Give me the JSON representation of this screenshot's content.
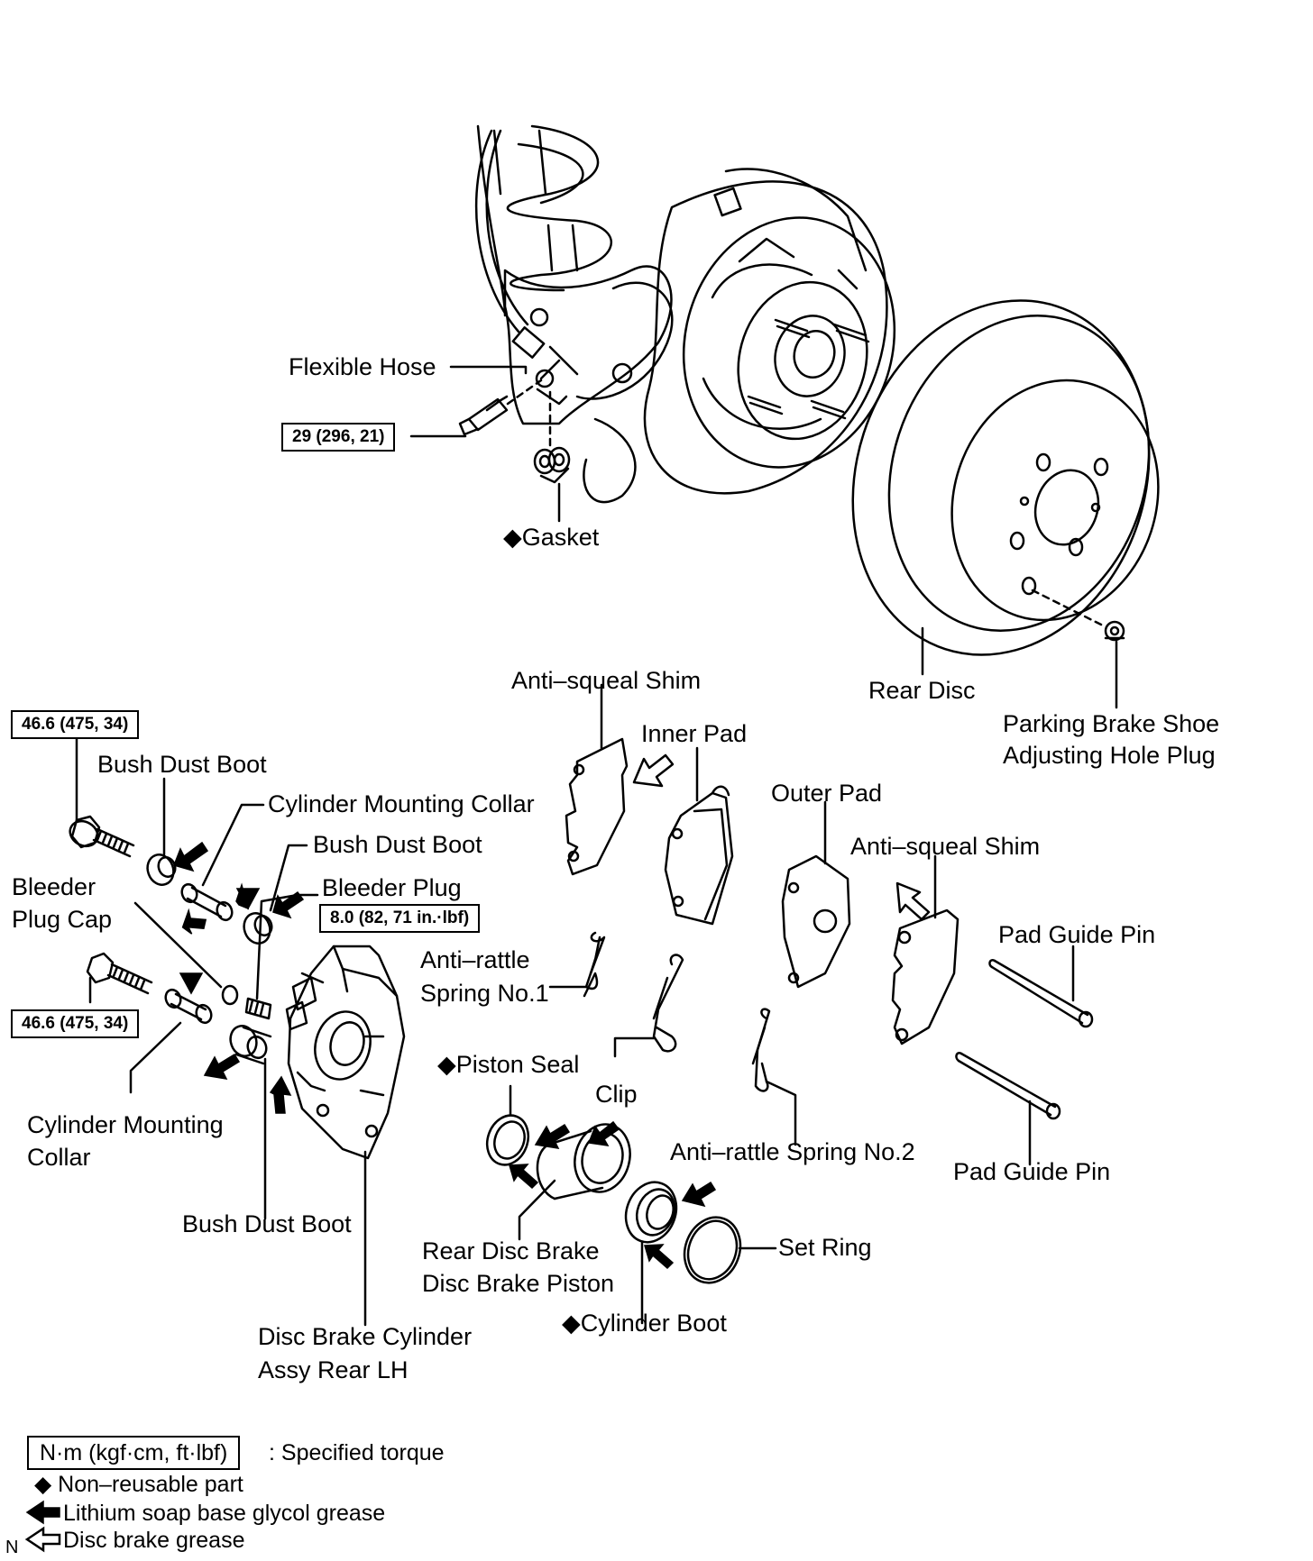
{
  "labels": {
    "flexible_hose": "Flexible Hose",
    "gasket": "◆Gasket",
    "rear_disc": "Rear Disc",
    "parking_plug_1": "Parking Brake Shoe",
    "parking_plug_2": "Adjusting Hole Plug",
    "anti_squeal_shim_inner": "Anti–squeal Shim",
    "inner_pad": "Inner Pad",
    "outer_pad": "Outer Pad",
    "anti_squeal_shim_outer": "Anti–squeal Shim",
    "pad_guide_pin_upper": "Pad Guide Pin",
    "pad_guide_pin_lower": "Pad Guide Pin",
    "bush_dust_boot_top": "Bush Dust Boot",
    "cylinder_mounting_collar_top": "Cylinder Mounting Collar",
    "bush_dust_boot_mid": "Bush Dust Boot",
    "bleeder_plug": "Bleeder Plug",
    "bleeder_plug_cap_1": "Bleeder",
    "bleeder_plug_cap_2": "Plug Cap",
    "anti_rattle_spring_1_a": "Anti–rattle",
    "anti_rattle_spring_1_b": "Spring No.1",
    "piston_seal": "◆Piston Seal",
    "clip": "Clip",
    "anti_rattle_spring_2": "Anti–rattle Spring No.2",
    "cylinder_mounting_collar_bottom_1": "Cylinder Mounting",
    "cylinder_mounting_collar_bottom_2": "Collar",
    "bush_dust_boot_bottom": "Bush Dust Boot",
    "piston_1": "Rear Disc Brake",
    "piston_2": "Disc Brake Piston",
    "set_ring": "Set Ring",
    "cylinder_boot": "◆Cylinder Boot",
    "cylinder_assy_1": "Disc Brake Cylinder",
    "cylinder_assy_2": "Assy Rear LH"
  },
  "torques": {
    "hose_bolt": "29 (296, 21)",
    "upper_bolt": "46.6 (475, 34)",
    "lower_bolt": "46.6 (475, 34)",
    "bleeder": "8.0 (82, 71 in.·lbf)"
  },
  "legend": {
    "unit_box": "N·m (kgf·cm, ft·lbf)",
    "unit_desc": ": Specified torque",
    "non_reusable": "◆ Non–reusable part",
    "lithium": "Lithium soap base glycol grease",
    "disc_grease": "Disc brake grease",
    "corner_mark": "N"
  }
}
